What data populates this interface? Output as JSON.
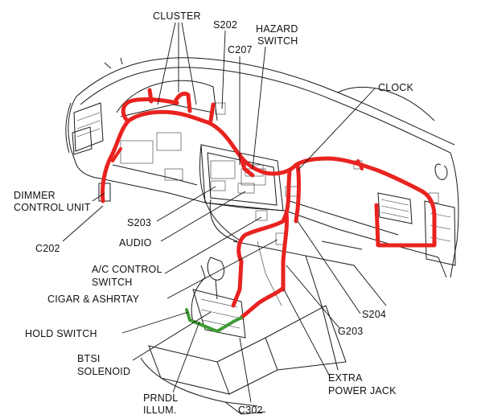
{
  "labels": {
    "cluster": "CLUSTER",
    "s202": "S202",
    "hazard_switch_1": "HAZARD",
    "hazard_switch_2": "SWITCH",
    "c207": "C207",
    "clock": "CLOCK",
    "dimmer_1": "DIMMER",
    "dimmer_2": "CONTROL UNIT",
    "s203": "S203",
    "audio": "AUDIO",
    "c202": "C202",
    "ac_1": "A/C CONTROL",
    "ac_2": "SWITCH",
    "cigar": "CIGAR & ASHRTAY",
    "hold_switch": "HOLD SWITCH",
    "btsi_1": "BTSI",
    "btsi_2": "SOLENOID",
    "prndl_1": "PRNDL",
    "prndl_2": "ILLUM.",
    "c302": "C302",
    "extra_1": "EXTRA",
    "extra_2": "POWER JACK",
    "s204": "S204",
    "g203": "G203"
  },
  "colors": {
    "harness": "#e8231f",
    "ground_wire": "#3e9b33",
    "ink": "#1a1a1a",
    "background": "#ffffff"
  }
}
